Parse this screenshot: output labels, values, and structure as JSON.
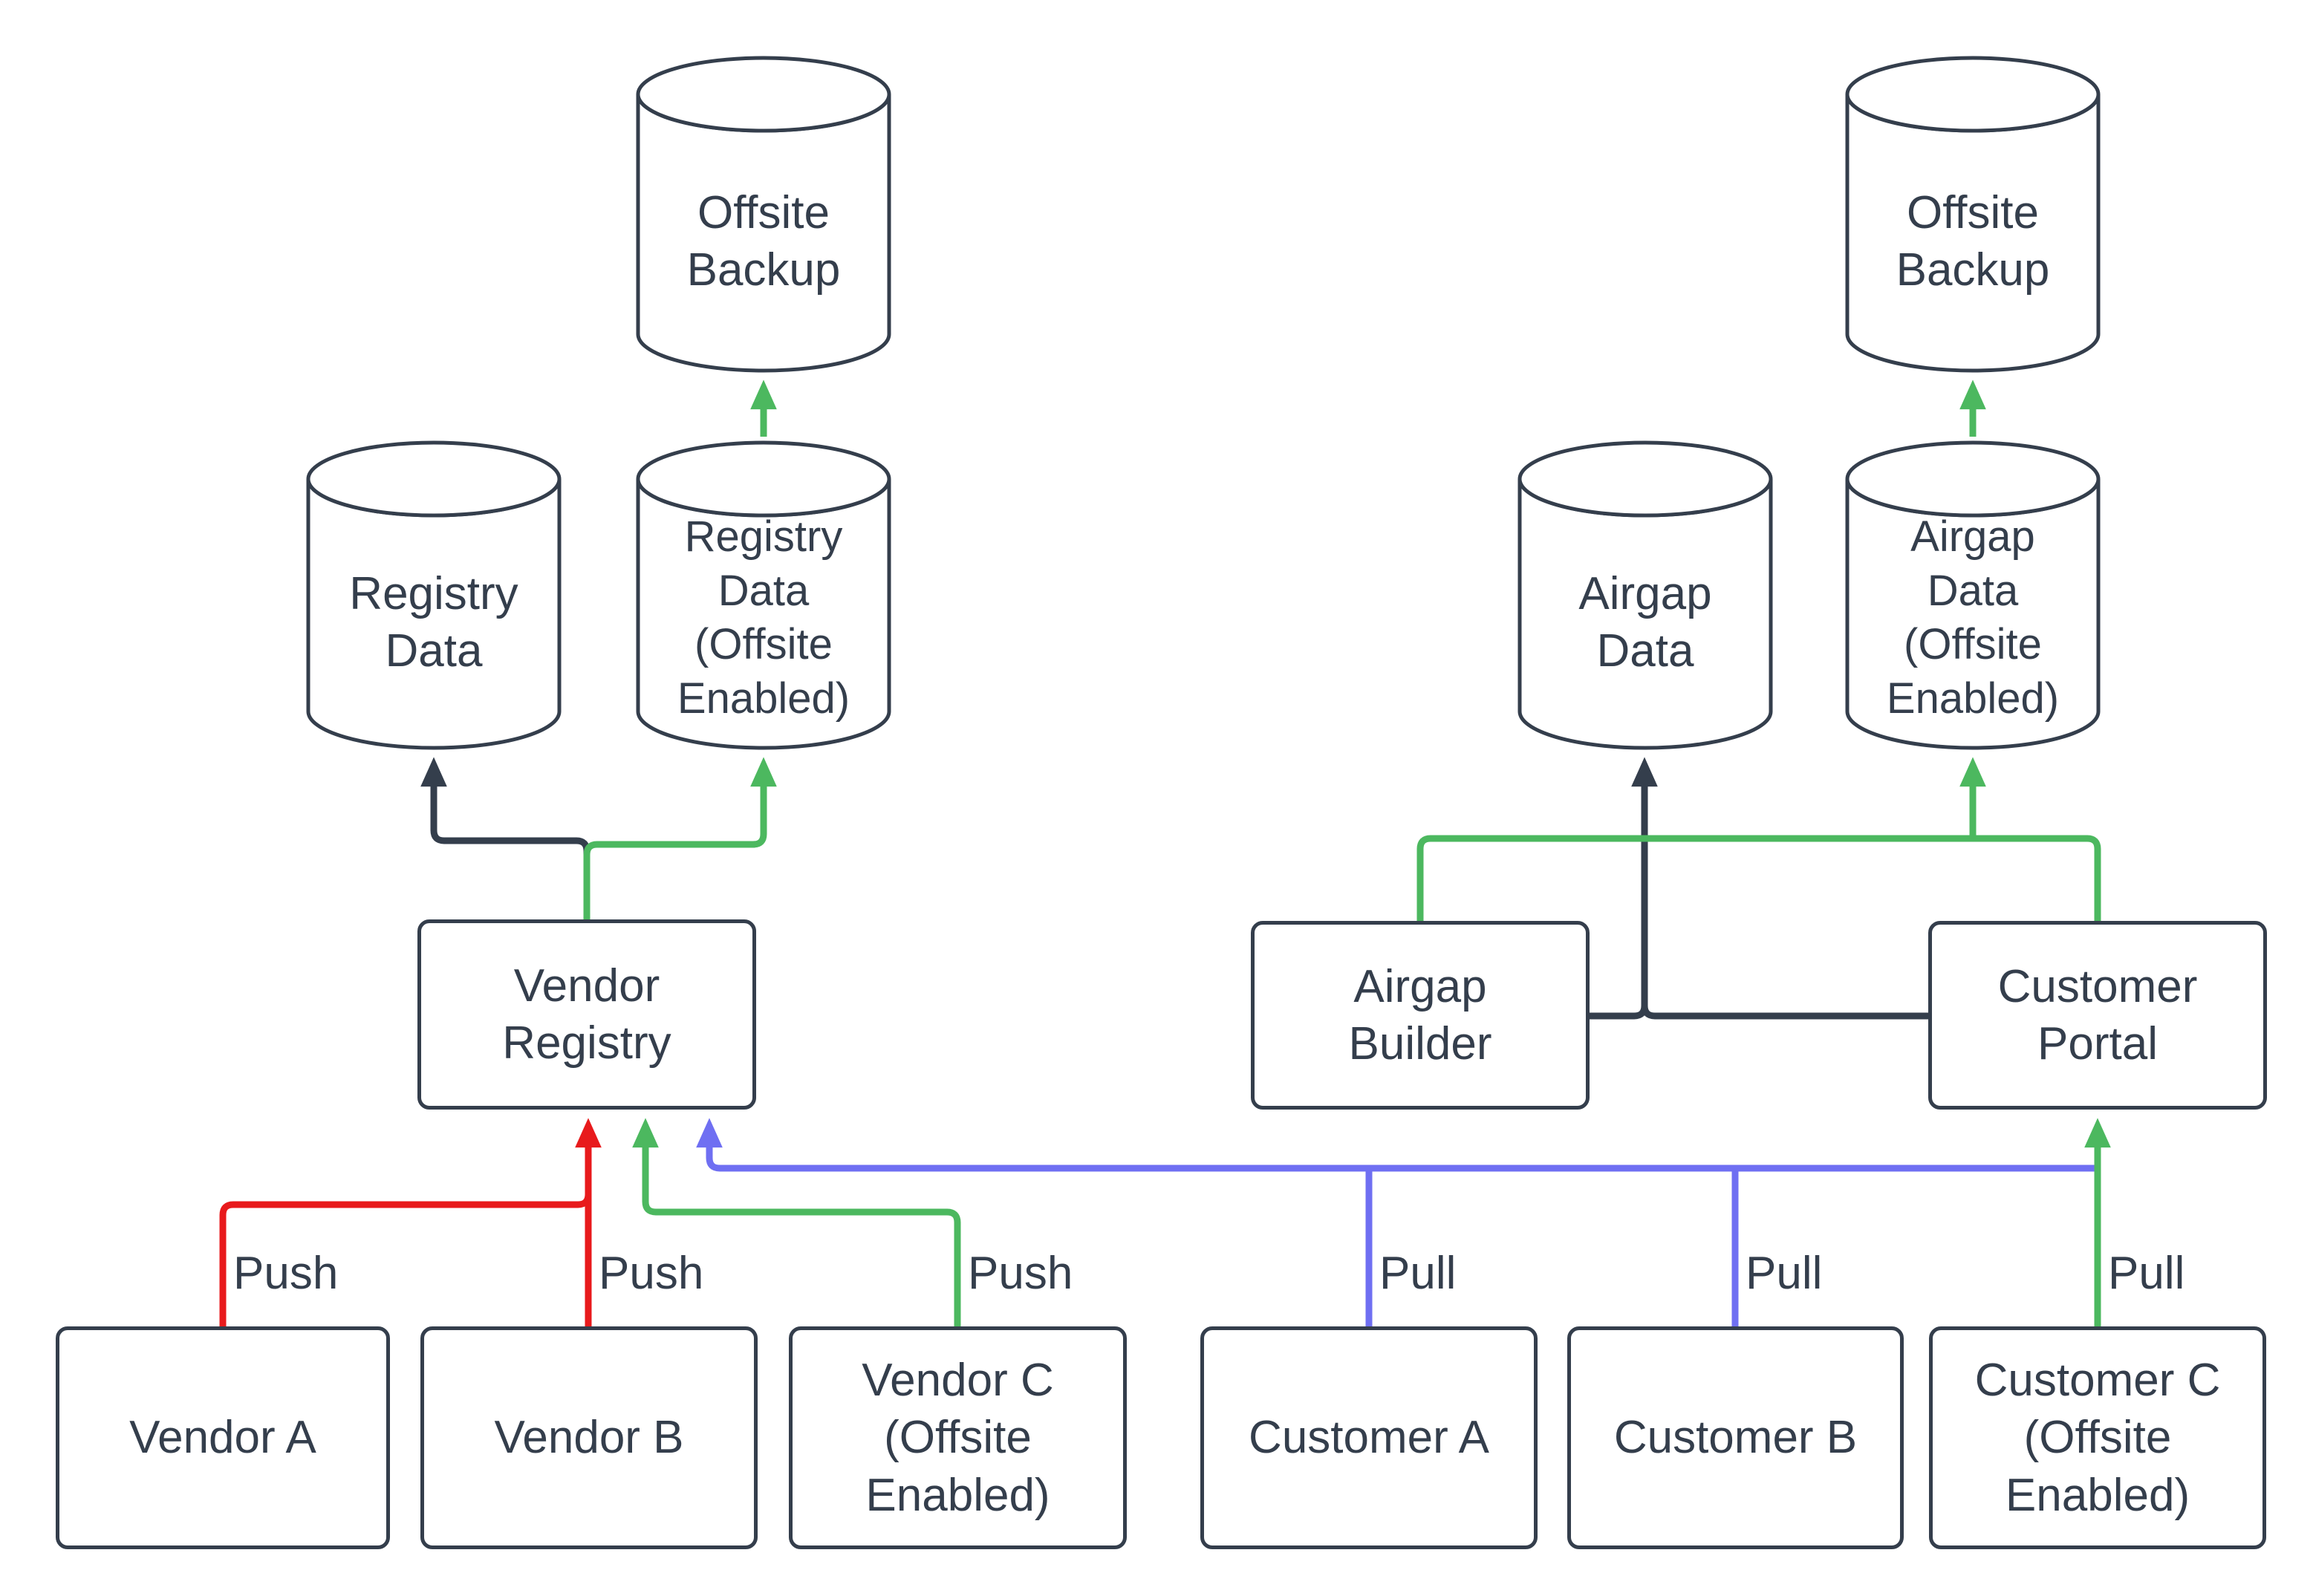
{
  "diagram": {
    "type": "flowchart",
    "background": "#ffffff",
    "colors": {
      "ink": "#343e4c",
      "red": "#e81a1c",
      "green": "#4cb85f",
      "blue": "#6f6ff2"
    },
    "nodes": {
      "offsite_backup_left": {
        "label": "Offsite\nBackup",
        "shape": "database"
      },
      "registry_data": {
        "label": "Registry\nData",
        "shape": "database"
      },
      "registry_data_offsite": {
        "label": "Registry\nData\n(Offsite\nEnabled)",
        "shape": "database"
      },
      "airgap_data": {
        "label": "Airgap\nData",
        "shape": "database"
      },
      "airgap_data_offsite": {
        "label": "Airgap\nData\n(Offsite\nEnabled)",
        "shape": "database"
      },
      "offsite_backup_right": {
        "label": "Offsite\nBackup",
        "shape": "database"
      },
      "vendor_registry": {
        "label": "Vendor\nRegistry",
        "shape": "process"
      },
      "airgap_builder": {
        "label": "Airgap\nBuilder",
        "shape": "process"
      },
      "customer_portal": {
        "label": "Customer\nPortal",
        "shape": "process"
      },
      "vendor_a": {
        "label": "Vendor A",
        "shape": "process"
      },
      "vendor_b": {
        "label": "Vendor B",
        "shape": "process"
      },
      "vendor_c": {
        "label": "Vendor C\n(Offsite\nEnabled)",
        "shape": "process"
      },
      "customer_a": {
        "label": "Customer A",
        "shape": "process"
      },
      "customer_b": {
        "label": "Customer B",
        "shape": "process"
      },
      "customer_c": {
        "label": "Customer C\n(Offsite\nEnabled)",
        "shape": "process"
      }
    },
    "edges": [
      {
        "from": "vendor_registry",
        "to": "registry_data",
        "color": "ink",
        "label": ""
      },
      {
        "from": "vendor_registry",
        "to": "registry_data_offsite",
        "color": "green",
        "label": ""
      },
      {
        "from": "registry_data_offsite",
        "to": "offsite_backup_left",
        "color": "green",
        "label": ""
      },
      {
        "from": "vendor_a",
        "to": "vendor_registry",
        "color": "red",
        "label": "Push"
      },
      {
        "from": "vendor_b",
        "to": "vendor_registry",
        "color": "red",
        "label": "Push"
      },
      {
        "from": "vendor_c",
        "to": "vendor_registry",
        "color": "green",
        "label": "Push"
      },
      {
        "from": "customer_a",
        "to": "vendor_registry",
        "color": "blue",
        "label": "Pull"
      },
      {
        "from": "customer_b",
        "to": "vendor_registry",
        "color": "blue",
        "label": "Pull"
      },
      {
        "from": "customer_c",
        "to": "customer_portal",
        "color": "green",
        "label": "Pull"
      },
      {
        "from": "airgap_builder",
        "to": "airgap_data",
        "color": "ink",
        "label": ""
      },
      {
        "from": "customer_portal",
        "to": "airgap_data",
        "color": "ink",
        "label": ""
      },
      {
        "from": "customer_portal",
        "to": "airgap_builder",
        "color": "green",
        "label": ""
      },
      {
        "from": "customer_portal",
        "to": "airgap_data_offsite",
        "color": "green",
        "label": ""
      },
      {
        "from": "airgap_data_offsite",
        "to": "offsite_backup_right",
        "color": "green",
        "label": ""
      }
    ]
  }
}
